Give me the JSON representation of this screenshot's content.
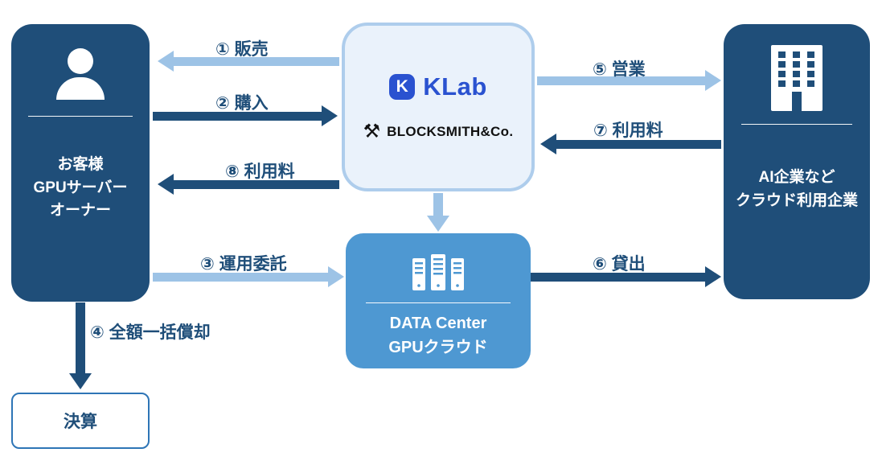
{
  "colors": {
    "navy": "#1F4E79",
    "lightblue": "#9DC3E6",
    "blue": "#4E98D2",
    "panel-bg": "#EAF2FB",
    "panel-border": "#AECDEC",
    "klab-blue": "#2A52D0",
    "settlement-border": "#2E75B6",
    "text-dark": "#111111"
  },
  "nodes": {
    "customer": {
      "lines": [
        "お客様",
        "GPUサーバー",
        "オーナー"
      ]
    },
    "center": {
      "brand": "KLab",
      "brand_initial": "K",
      "partner": "BLOCKSMITH&Co.",
      "partner_icon": "⚒"
    },
    "ai_companies": {
      "lines": [
        "AI企業など",
        "クラウド利用企業"
      ]
    },
    "datacenter": {
      "lines": [
        "DATA Center",
        "GPUクラウド"
      ]
    },
    "settlement": {
      "label": "決算"
    }
  },
  "arrows": {
    "sales": {
      "label": "① 販売"
    },
    "purchase": {
      "label": "② 購入"
    },
    "operation": {
      "label": "③ 運用委託"
    },
    "depreciation": {
      "label": "④ 全額一括償却"
    },
    "marketing": {
      "label": "⑤ 営業"
    },
    "lending": {
      "label": "⑥ 貸出"
    },
    "usage_fee_from_companies": {
      "label": "⑦ 利用料"
    },
    "usage_fee_to_owner": {
      "label": "⑧ 利用料"
    }
  }
}
